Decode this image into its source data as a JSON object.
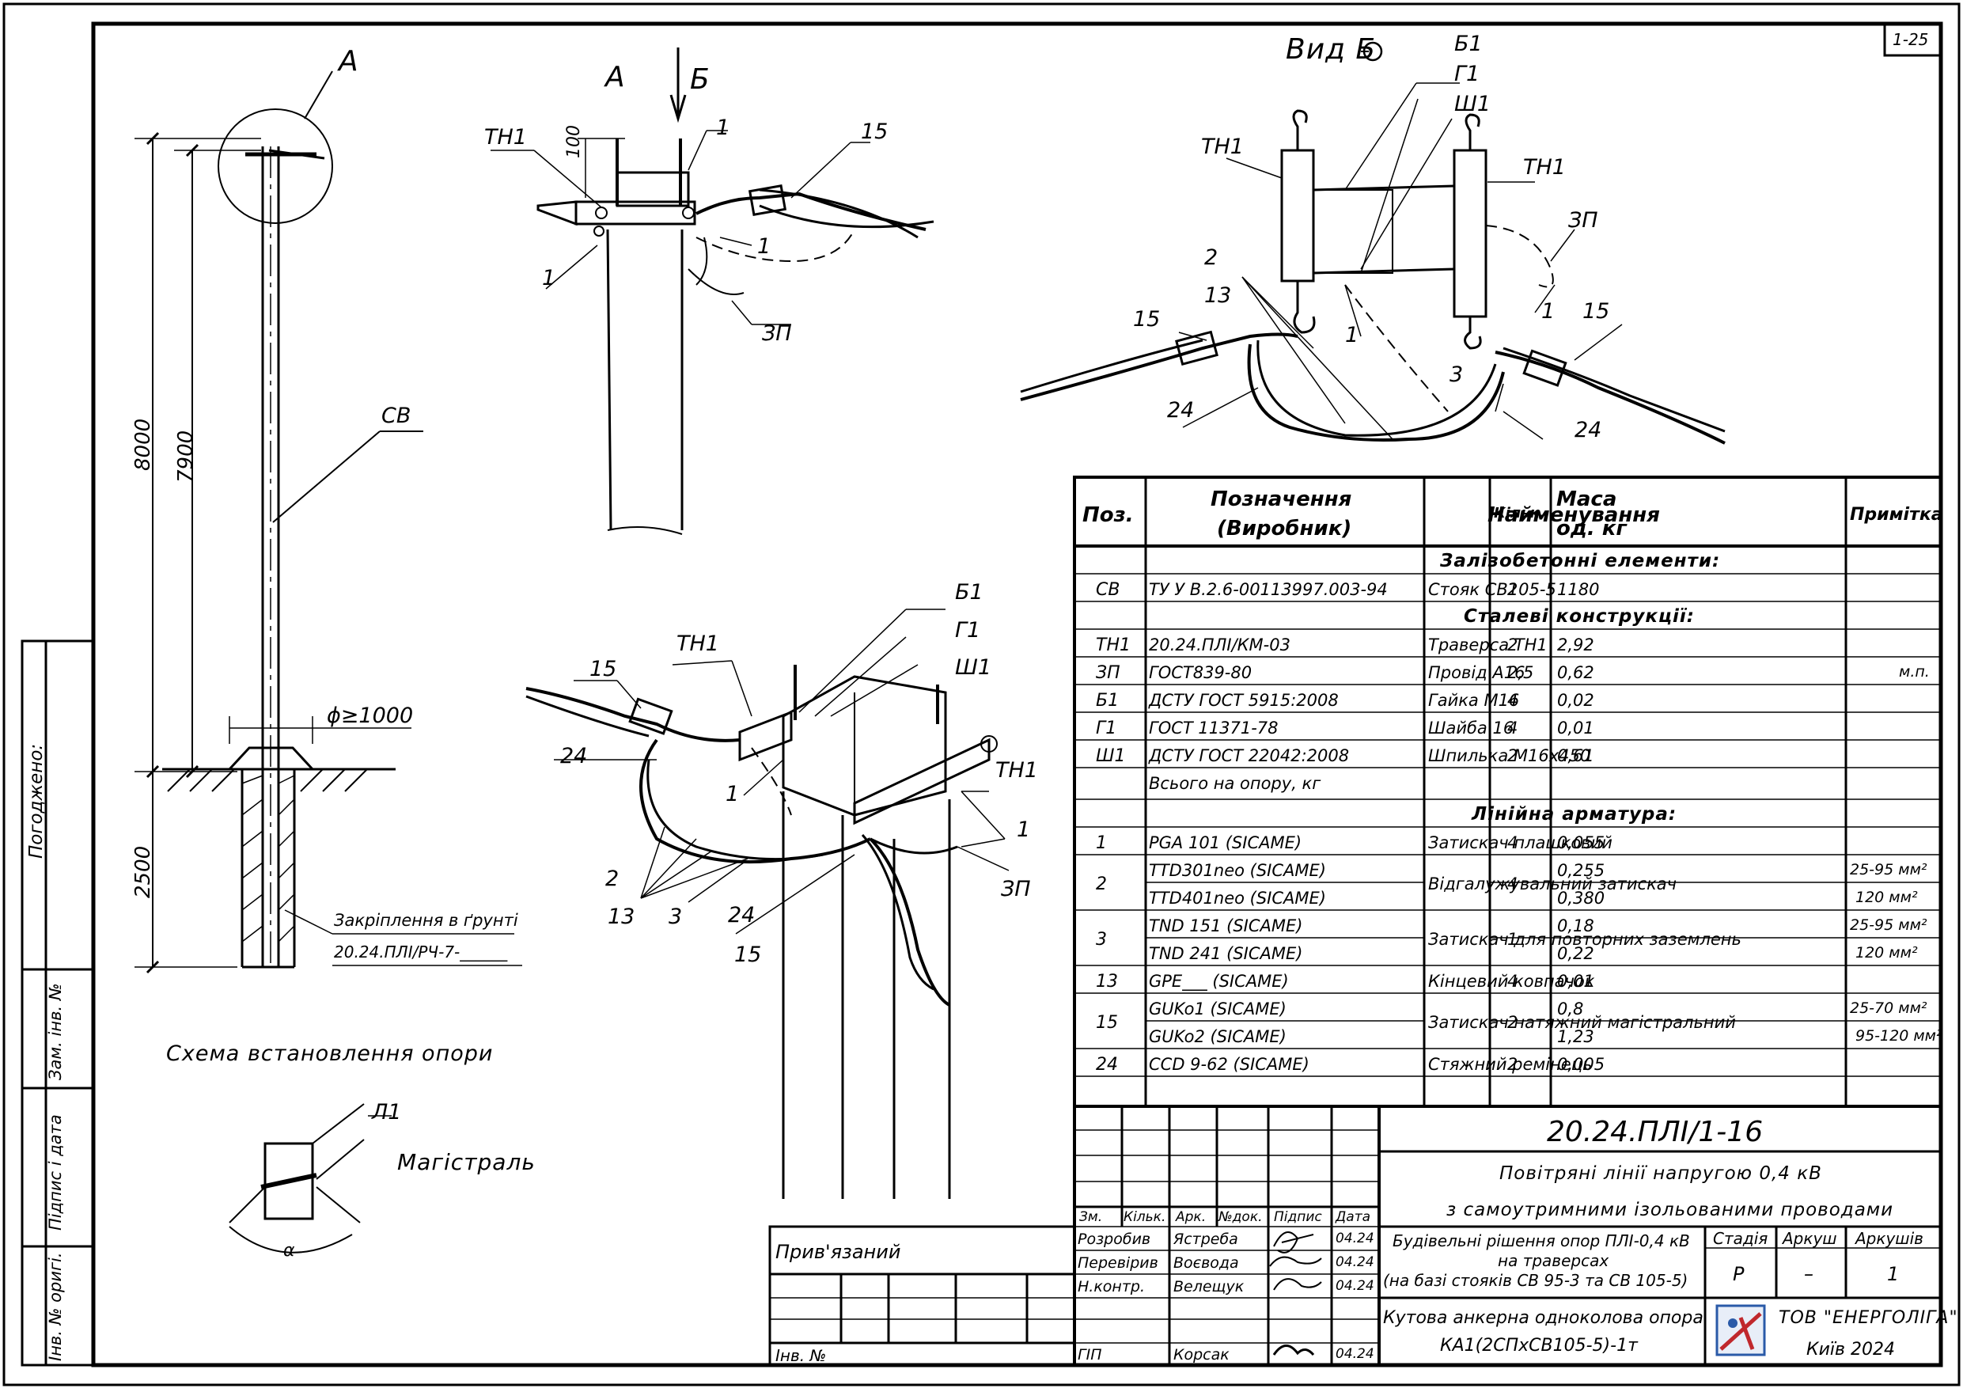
{
  "sheet_no": "1-25",
  "views": {
    "schema_label": "Схема встановлення опори",
    "callout_a": "А",
    "view_a": "А",
    "view_b_arrow": "Б",
    "view_b_title": "Вид Б",
    "mainline": "Магістраль",
    "l1": "Л1",
    "alpha": "α",
    "dim_8000": "8000",
    "dim_7900": "7900",
    "dim_2500": "2500",
    "dim_100": "100",
    "dim_phi": "ϕ≥1000",
    "ground_fix_1": "Закріплення в ґрунті",
    "ground_fix_2": "20.24.ПЛІ/РЧ-7-______",
    "cb": "СВ",
    "tn1": "ТН1",
    "zp": "ЗП",
    "b1": "Б1",
    "g1": "Г1",
    "sh1": "Ш1",
    "p1": "1",
    "p2": "2",
    "p3": "3",
    "p13": "13",
    "p15": "15",
    "p24": "24"
  },
  "left_stamp": {
    "pogodzheno": "Погоджено:",
    "zam_inv": "Зам. інв. №",
    "pidpys_data": "Підпис і дата",
    "inv_orig": "Інв. № оригі."
  },
  "table": {
    "headers": {
      "pos": "Поз.",
      "designation_1": "Позначення",
      "designation_2": "(Виробник)",
      "name": "Найменування",
      "qty": "Кільк.",
      "mass_1": "Маса",
      "mass_2": "од. кг",
      "note": "Примітка"
    },
    "sections": {
      "concrete": "Залізобетонні елементи:",
      "steel": "Сталеві конструкції:",
      "line": "Лінійна арматура:"
    },
    "rows": [
      {
        "pos": "СВ",
        "des": "ТУ У В.2.6-00113997.003-94",
        "name": "Стояк СВ105-5",
        "qty": "2",
        "mass": "1180",
        "note": ""
      },
      {
        "pos": "ТН1",
        "des": "20.24.ПЛІ/КМ-03",
        "name": "Траверса ТН1",
        "qty": "2",
        "mass": "2,92",
        "note": ""
      },
      {
        "pos": "ЗП",
        "des": "ГОСТ839-80",
        "name": "Провід А16",
        "qty": "2,5",
        "mass": "0,62",
        "note": "м.п."
      },
      {
        "pos": "Б1",
        "des": "ДСТУ ГОСТ 5915:2008",
        "name": "Гайка М16",
        "qty": "4",
        "mass": "0,02",
        "note": ""
      },
      {
        "pos": "Г1",
        "des": "ГОСТ 11371-78",
        "name": "Шайба 16",
        "qty": "4",
        "mass": "0,01",
        "note": ""
      },
      {
        "pos": "Ш1",
        "des": "ДСТУ ГОСТ 22042:2008",
        "name": "Шпилька М16х450",
        "qty": "2",
        "mass": "0,61",
        "note": ""
      },
      {
        "pos": "",
        "des": "Всього на опору, кг",
        "name": "",
        "qty": "",
        "mass": "",
        "note": ""
      },
      {
        "pos": "1",
        "des": "PGA  101   (SICAME)",
        "name": "Затискач плашковий",
        "qty": "4",
        "mass": "0,055",
        "note": ""
      },
      {
        "pos": "2",
        "des": "TTD301neo  (SICAME)",
        "des2": "TTD401neo  (SICAME)",
        "name": "Відгалужувальний затискач",
        "qty": "4",
        "mass": "0,255",
        "mass2": "0,380",
        "note": "25-95 мм²",
        "note2": "120 мм²"
      },
      {
        "pos": "3",
        "des": "TND  151   (SICAME)",
        "des2": "TND  241   (SICAME)",
        "name": "Затискач для повторних заземлень",
        "qty": "1",
        "mass": "0,18",
        "mass2": "0,22",
        "note": "25-95 мм²",
        "note2": "120 мм²"
      },
      {
        "pos": "13",
        "des": "GPE___   (SICAME)",
        "name": "Кінцевий ковпачок",
        "qty": "4",
        "mass": "0,01",
        "note": ""
      },
      {
        "pos": "15",
        "des": "GUKo1  (SICAME)",
        "des2": "GUKo2  (SICAME)",
        "name": "Затискач натяжний магістральний",
        "qty": "2",
        "mass": "0,8",
        "mass2": "1,23",
        "note": "25-70 мм²",
        "note2": "95-120 мм²"
      },
      {
        "pos": "24",
        "des": "CCD 9-62   (SICAME)",
        "name": "Стяжний ремінець",
        "qty": "2",
        "mass": "0,005",
        "note": ""
      }
    ]
  },
  "title_block": {
    "code": "20.24.ПЛІ/1-16",
    "title_1": "Повітряні лінії напругою 0,4 кВ",
    "title_2": "з самоутримними ізольованими проводами",
    "doc_1": "Будівельні рішення опор ПЛІ-0,4 кВ",
    "doc_2": "на траверсах",
    "doc_3": "(на базі стояків СВ 95-3 та СВ 105-5)",
    "sheet_name_1": "Кутова анкерна одноколова опора",
    "sheet_name_2": "КА1(2СПхСВ105-5)-1т",
    "stage_h": "Стадія",
    "sheet_h": "Аркуш",
    "sheets_h": "Аркушів",
    "stage": "Р",
    "sheet": "–",
    "sheets": "1",
    "company_1": "ТОВ \"ЕНЕРГОЛІГА\"",
    "company_2": "Київ 2024",
    "col_zm": "Зм.",
    "col_kilk": "Кільк.",
    "col_ark": "Арк.",
    "col_ndok": "№док.",
    "col_pidpys": "Підпис",
    "col_data": "Дата",
    "privyazanyi": "Прив'язаний",
    "inv_no": "Інв. №",
    "people": [
      {
        "role": "Розробив",
        "name": "Ястреба",
        "date": "04.24"
      },
      {
        "role": "Перевірив",
        "name": "Воєвода",
        "date": "04.24"
      },
      {
        "role": "Н.контр.",
        "name": "Велещук",
        "date": "04.24"
      },
      {
        "role": "ГІП",
        "name": "Корсак",
        "date": "04.24"
      }
    ]
  }
}
